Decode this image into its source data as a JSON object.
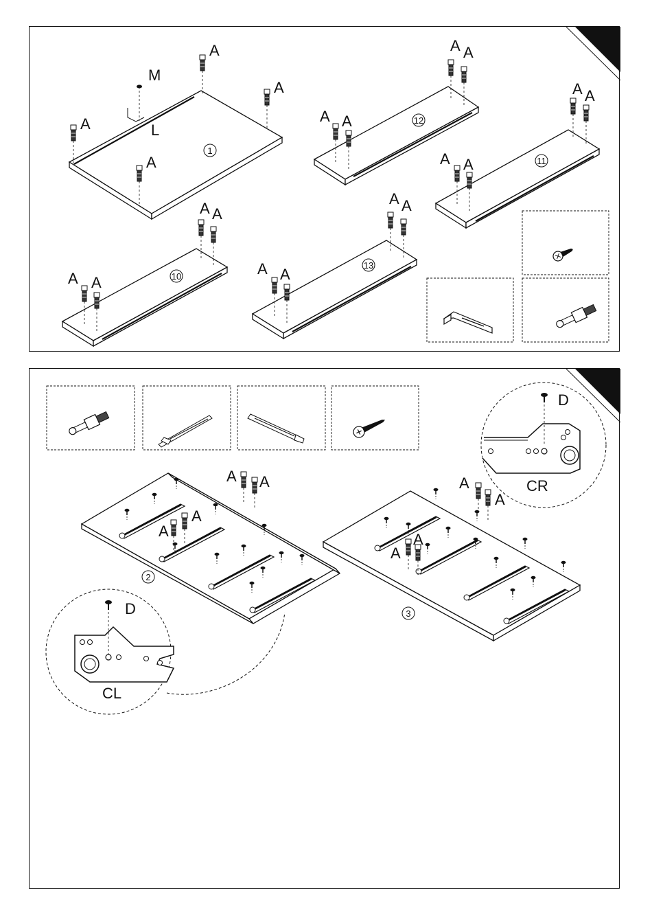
{
  "step1": {
    "labels": {
      "dowel": "A",
      "screw": "M",
      "bracket": "L"
    },
    "panels": [
      {
        "id": "p1",
        "number": "1"
      },
      {
        "id": "p12",
        "number": "12"
      },
      {
        "id": "p11",
        "number": "11"
      },
      {
        "id": "p10",
        "number": "10"
      },
      {
        "id": "p13",
        "number": "13"
      }
    ]
  },
  "step2": {
    "labels": {
      "dowel": "A",
      "screw": "D",
      "runner_left": "CL",
      "runner_right": "CR"
    },
    "panels": [
      {
        "id": "p2",
        "number": "2"
      },
      {
        "id": "p3",
        "number": "3"
      }
    ]
  }
}
